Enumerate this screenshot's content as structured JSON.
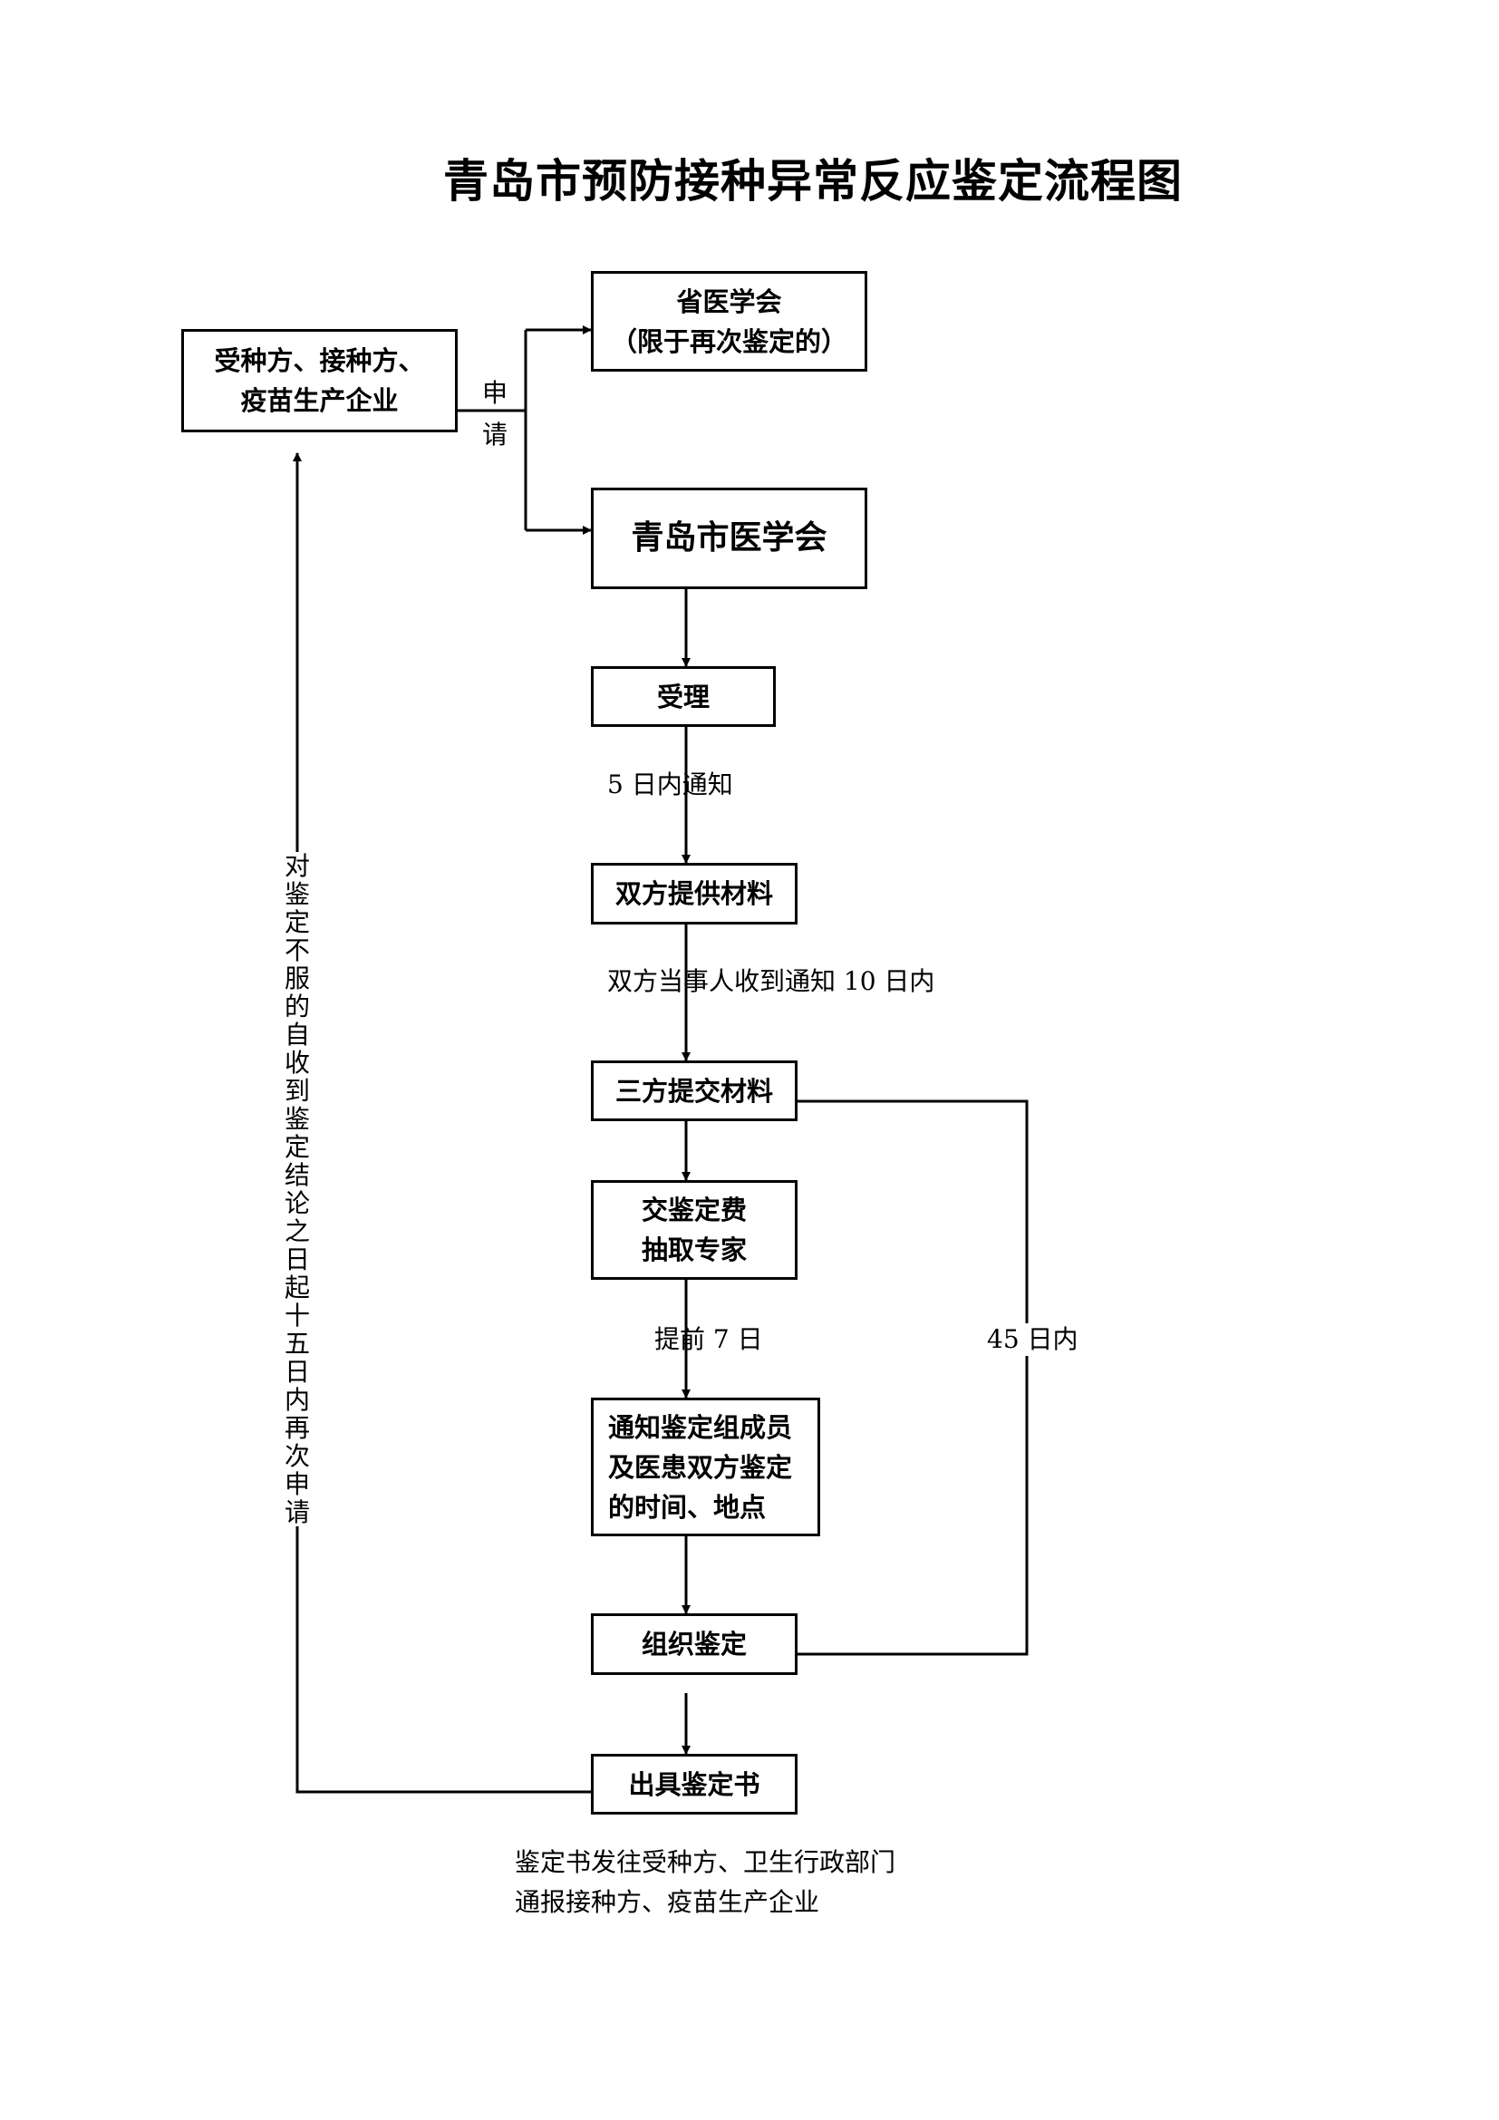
{
  "title": "青岛市预防接种异常反应鉴定流程图",
  "nodes": {
    "applicants": [
      "受种方、接种方、",
      "疫苗生产企业"
    ],
    "provincial": [
      "省医学会",
      "（限于再次鉴定的）"
    ],
    "city": "青岛市医学会",
    "accept": "受理",
    "materials": "双方提供材料",
    "submit": "三方提交材料",
    "fee": [
      "交鉴定费",
      "抽取专家"
    ],
    "notify": [
      "通知鉴定组成员",
      "及医患双方鉴定",
      "的时间、地点"
    ],
    "organize": "组织鉴定",
    "issue": "出具鉴定书"
  },
  "labels": {
    "apply": [
      "申",
      "请"
    ],
    "five_days": "5 日内通知",
    "ten_days": "双方当事人收到通知 10 日内",
    "seven_days": "提前 7 日",
    "forty_five": "45 日内",
    "reapply": [
      "对",
      "鉴",
      "定",
      "不",
      "服",
      "的",
      "自",
      "收",
      "到",
      "鉴",
      "定",
      "结",
      "论",
      "之",
      "日",
      "起",
      "十",
      "五",
      "日",
      "内",
      "再",
      "次",
      "申",
      "请"
    ],
    "distribution": [
      "鉴定书发往受种方、卫生行政部门",
      "通报接种方、疫苗生产企业"
    ]
  }
}
